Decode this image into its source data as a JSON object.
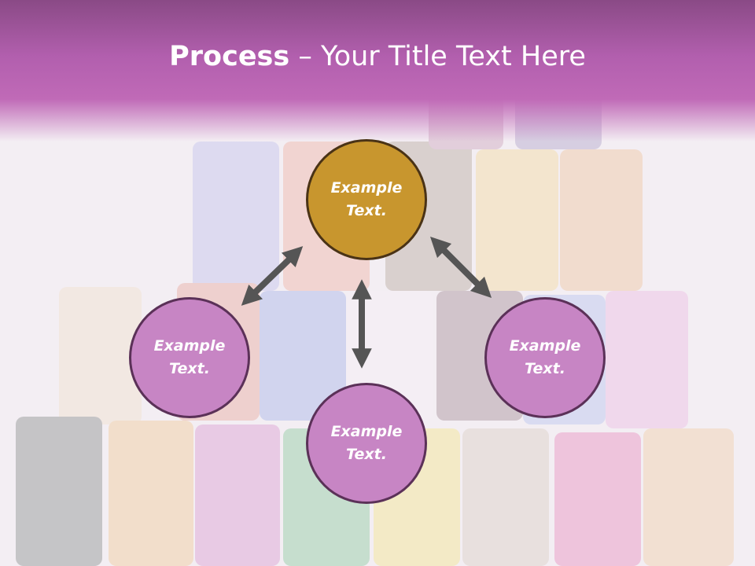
{
  "title": {
    "bold": "Process",
    "separator": " – ",
    "rest": "Your Title Text Here"
  },
  "nodes": [
    {
      "name": "top",
      "line1": "Example",
      "line2": "Text."
    },
    {
      "name": "left",
      "line1": "Example",
      "line2": "Text."
    },
    {
      "name": "right",
      "line1": "Example",
      "line2": "Text."
    },
    {
      "name": "bottom",
      "line1": "Example",
      "line2": "Text."
    }
  ],
  "colors": {
    "header": "#b25fae",
    "node_fill": "#c785c4",
    "center_fill": "#c8962e",
    "node_border": "#5b3158",
    "arrow": "#555555"
  }
}
